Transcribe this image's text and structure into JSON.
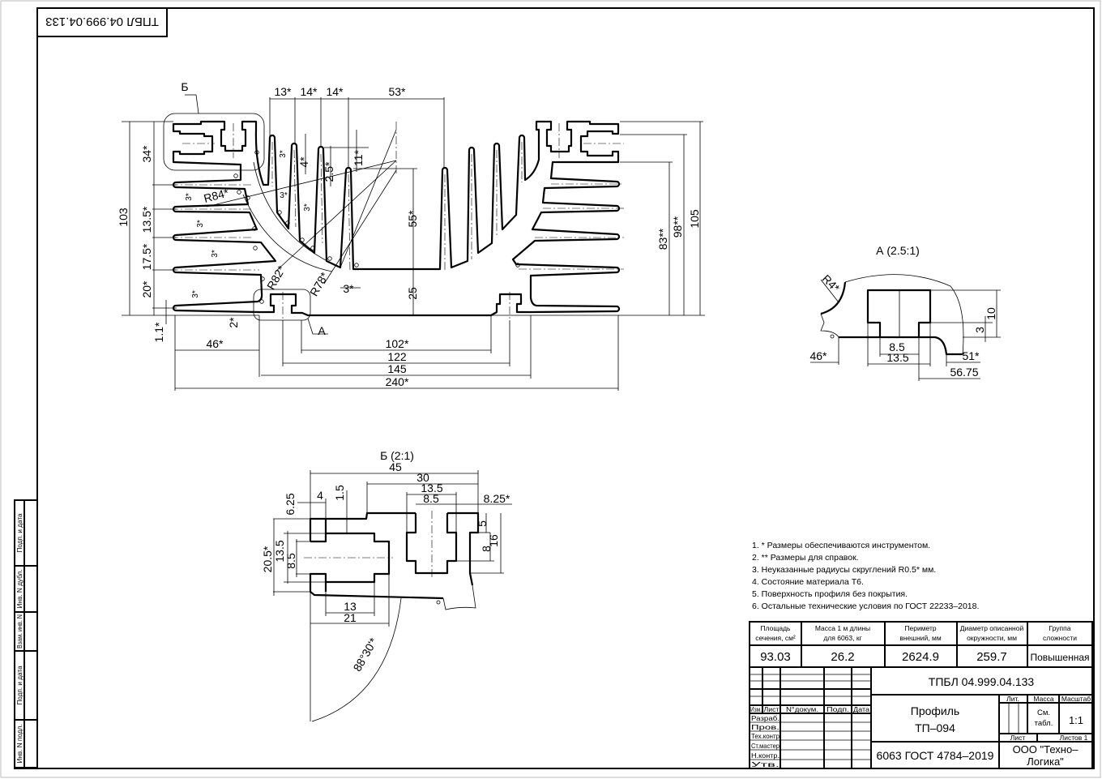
{
  "stamp_top": "ТПБЛ 04.999.04.133",
  "side_strip": [
    "Подп. и дата",
    "Инв. N дубл.",
    "Взам. инв. N",
    "Подп. и дата",
    "Инв. N подл."
  ],
  "main_view": {
    "dims": [
      "13*",
      "14*",
      "14*",
      "53*",
      "Б",
      "103",
      "34*",
      "13.5*",
      "17.5*",
      "20*",
      "1.1*",
      "R84*",
      "3*",
      "3*",
      "3*",
      "3*",
      "2*",
      "46*",
      "А",
      "R82*",
      "R78*",
      "3*",
      "102*",
      "122",
      "145",
      "240*",
      "55*",
      "25",
      "83**",
      "98**",
      "105",
      "3*",
      "4*",
      "2.5*",
      "11*",
      "3*",
      "3*"
    ]
  },
  "detail_a": {
    "title": "А (2.5:1)",
    "dims": [
      "R4*",
      "10",
      "3",
      "8.5",
      "13.5",
      "46*",
      "51*",
      "56.75"
    ]
  },
  "detail_b": {
    "title": "Б (2:1)",
    "dims": [
      "45",
      "30",
      "13.5",
      "8.5",
      "8.25*",
      "6.25",
      "4",
      "1.5",
      "20.5*",
      "13.5",
      "8.5",
      "5",
      "8",
      "16",
      "13",
      "21",
      "88°30'*"
    ]
  },
  "notes": [
    "1. * Размеры обеспечиваются инструментом.",
    "2. ** Размеры для справок.",
    "3. Неуказанные радиусы скруглений R0.5* мм.",
    "4. Состояние материала Т6.",
    "5. Поверхность профиля без покрытия.",
    "6. Остальные технические условия по ГОСТ 22233–2018."
  ],
  "summary_table": {
    "headers": [
      [
        "Площадь",
        "сечения, см²"
      ],
      [
        "Масса 1 м длины",
        "для 6063, кг"
      ],
      [
        "Периметр",
        "внешний, мм"
      ],
      [
        "Диаметр описанной",
        "окружности, мм"
      ],
      [
        "Группа",
        "сложности"
      ]
    ],
    "values": [
      "93.03",
      "26.2",
      "2624.9",
      "259.7",
      "Повышенная"
    ]
  },
  "title_block": {
    "designation": "ТПБЛ 04.999.04.133",
    "name": [
      "Профиль",
      "ТП–094"
    ],
    "material": "6063 ГОСТ 4784–2019",
    "company": [
      "ООО \"Техно–",
      "Логика\""
    ],
    "lit_label": "Лит.",
    "mass_label": "Масса",
    "scale_label": "Масштаб",
    "mass_value": [
      "См.",
      "табл."
    ],
    "scale_value": "1:1",
    "sheet_label": "Лист",
    "sheets_label": "Листов 1",
    "rev_headers": [
      "Изм.",
      "Лист",
      "N°докум.",
      "Подп.",
      "Дата"
    ],
    "roles": [
      "Разраб.",
      "Пров.",
      "Тех.контр",
      "Ст.мастер",
      "Н.контр.",
      "Утв."
    ]
  }
}
